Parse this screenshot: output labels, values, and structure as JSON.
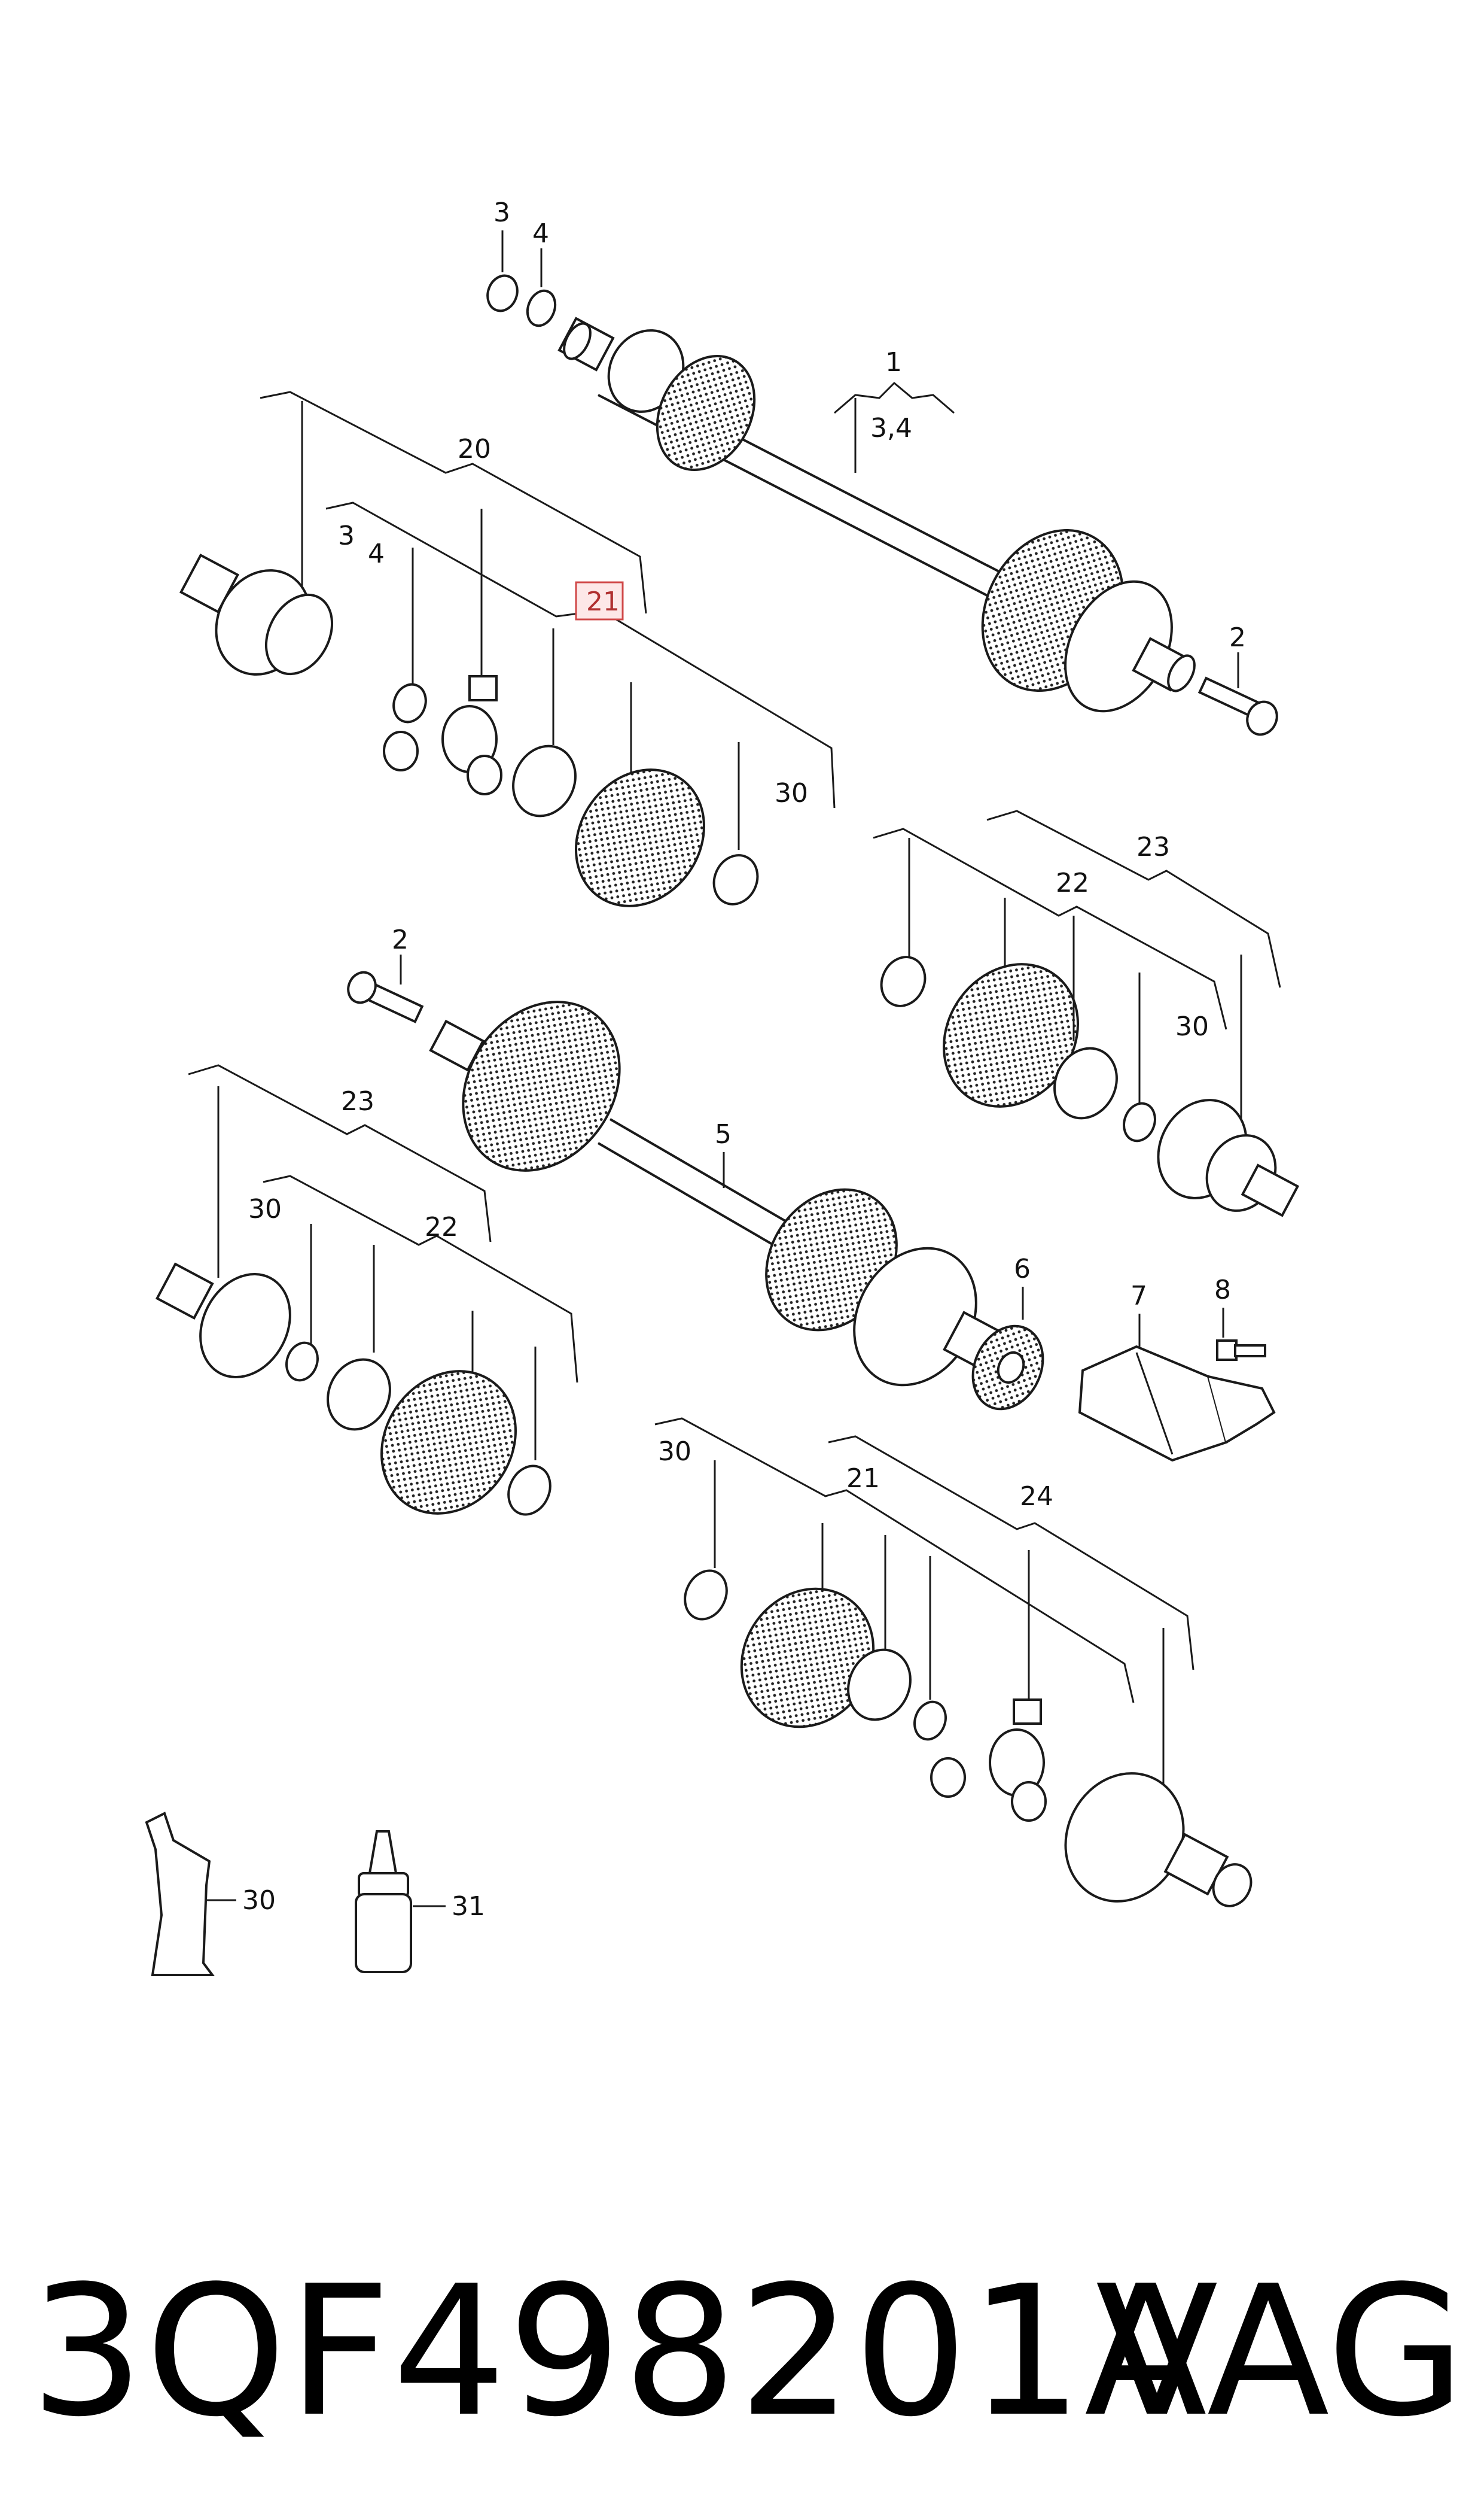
{
  "callouts": {
    "c1": "1",
    "c34_top": "3,4",
    "c3_top": "3",
    "c4_top": "4",
    "c2_top": "2",
    "c20": "20",
    "c3_left": "3",
    "c4_left": "4",
    "c21_hl": "21",
    "c30_a": "30",
    "c23_right": "23",
    "c22_right": "22",
    "c30_right": "30",
    "c2_mid": "2",
    "c5": "5",
    "c6": "6",
    "c7": "7",
    "c8": "8",
    "c23_left": "23",
    "c30_left": "30",
    "c22_left": "22",
    "c30_bottom": "30",
    "c21_bottom": "21",
    "c24": "24",
    "c30_tube": "30",
    "c31_bottle": "31"
  },
  "highlight_color": "#d04848",
  "footer": {
    "part_number": "3QF498201A",
    "brand": "VAG"
  }
}
